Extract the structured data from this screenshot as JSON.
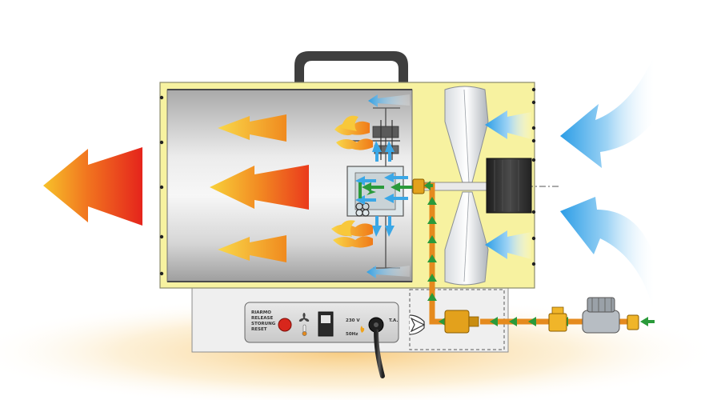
{
  "colors": {
    "housing": "#f7f2a0",
    "housing_border": "#8a8a6a",
    "chamber_light": "#f4f4f4",
    "chamber_dark": "#b9b9b9",
    "hot_air": "#e8321a",
    "warm_air": "#f5a623",
    "cold_air": "#3aa7e6",
    "gas_line": "#e58a1e",
    "gas_flow": "#2a9a3a",
    "handle": "#3f3f3f",
    "floor_glow": "#fbe6b8"
  },
  "panel": {
    "reset_label_lines": [
      "RIARMO",
      "RELEASE",
      "STORUNG",
      "RESET"
    ],
    "voltage_label": "230 V",
    "frequency_label": "50Hz",
    "thermostat_label": "T.A."
  },
  "icons": {
    "fan": "fan-icon",
    "thermometer": "thermometer-icon",
    "flame": "flame-icon"
  }
}
